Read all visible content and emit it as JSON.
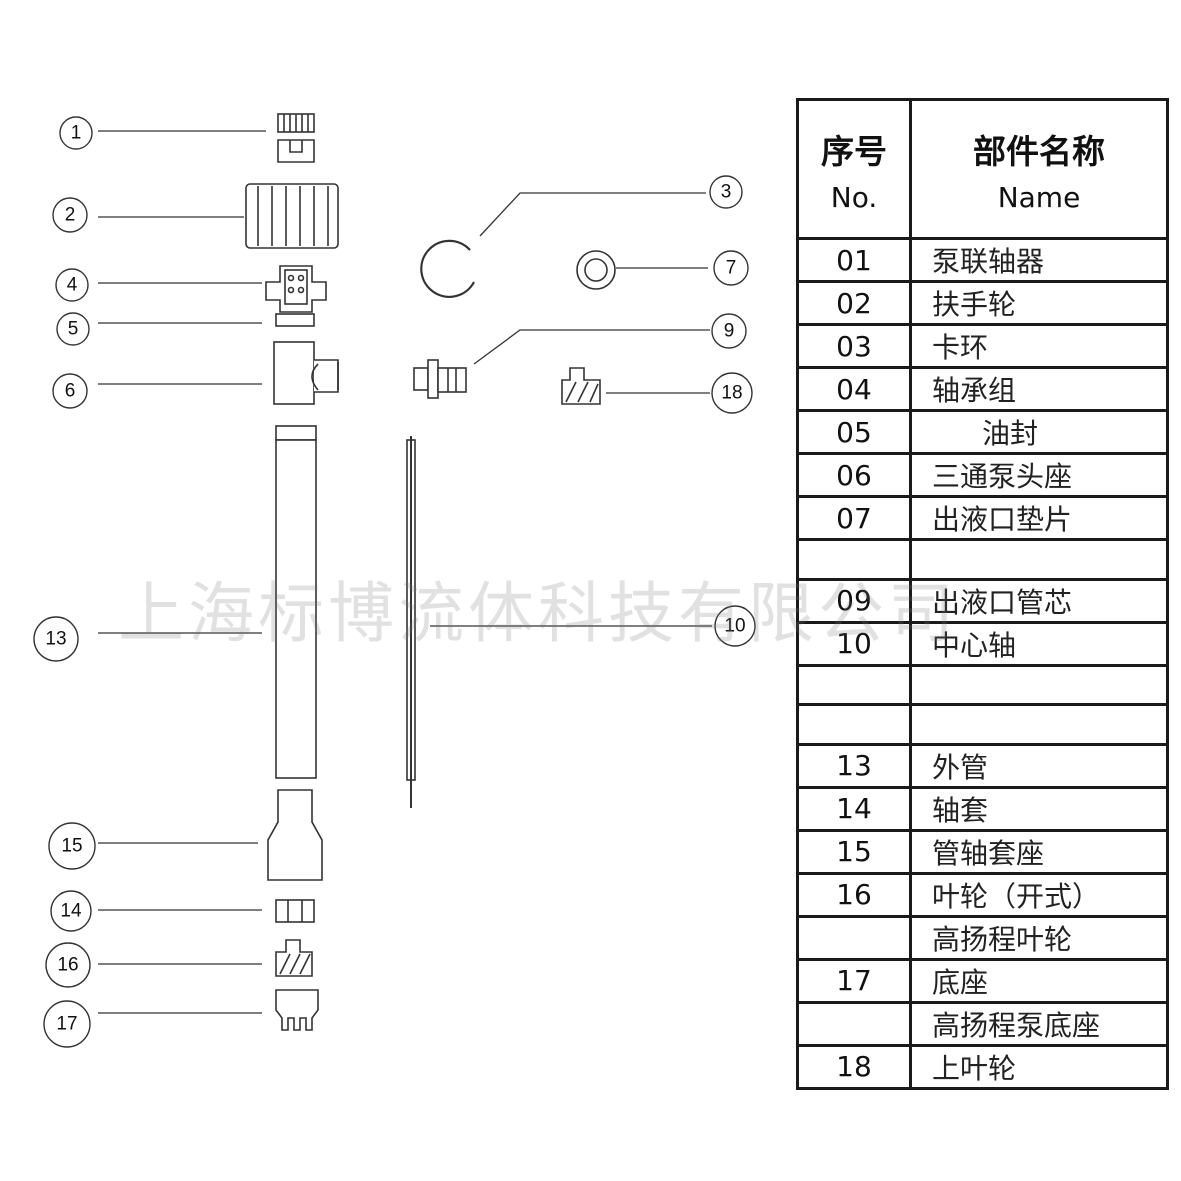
{
  "diagram": {
    "callouts": [
      {
        "id": "callout-1",
        "label": "1"
      },
      {
        "id": "callout-2",
        "label": "2"
      },
      {
        "id": "callout-3",
        "label": "3"
      },
      {
        "id": "callout-4",
        "label": "4"
      },
      {
        "id": "callout-5",
        "label": "5"
      },
      {
        "id": "callout-6",
        "label": "6"
      },
      {
        "id": "callout-7",
        "label": "7"
      },
      {
        "id": "callout-9",
        "label": "9"
      },
      {
        "id": "callout-18",
        "label": "18"
      },
      {
        "id": "callout-10",
        "label": "10"
      },
      {
        "id": "callout-13",
        "label": "13"
      },
      {
        "id": "callout-15",
        "label": "15"
      },
      {
        "id": "callout-14",
        "label": "14"
      },
      {
        "id": "callout-16",
        "label": "16"
      },
      {
        "id": "callout-17",
        "label": "17"
      }
    ]
  },
  "table": {
    "header_no_cn": "序号",
    "header_no_en": "No.",
    "header_name_cn": "部件名称",
    "header_name_en": "Name",
    "rows": [
      {
        "no": "01",
        "name": "泵联轴器"
      },
      {
        "no": "02",
        "name": "扶手轮"
      },
      {
        "no": "03",
        "name": "卡环"
      },
      {
        "no": "04",
        "name": "轴承组"
      },
      {
        "no": "05",
        "name": "油封"
      },
      {
        "no": "06",
        "name": "三通泵头座"
      },
      {
        "no": "07",
        "name": "出液口垫片"
      },
      {
        "no": "",
        "name": ""
      },
      {
        "no": "09",
        "name": "出液口管芯"
      },
      {
        "no": "10",
        "name": "中心轴"
      },
      {
        "no": "",
        "name": ""
      },
      {
        "no": "",
        "name": ""
      },
      {
        "no": "13",
        "name": "外管"
      },
      {
        "no": "14",
        "name": "轴套"
      },
      {
        "no": "15",
        "name": "管轴套座"
      },
      {
        "no": "16",
        "name": "叶轮（开式）"
      },
      {
        "no": "",
        "name": "高扬程叶轮"
      },
      {
        "no": "17",
        "name": "底座"
      },
      {
        "no": "",
        "name": "高扬程泵底座"
      },
      {
        "no": "18",
        "name": "上叶轮"
      }
    ]
  },
  "watermark": "上海标博流体科技有限公司"
}
